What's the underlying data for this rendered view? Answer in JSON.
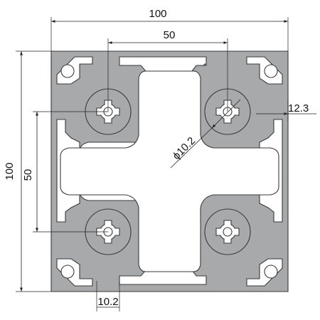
{
  "dimensions": {
    "overall_width": "100",
    "center_spacing_horizontal": "50",
    "overall_height": "100",
    "center_spacing_vertical": "50",
    "slot_offset": "12.3",
    "bore_diameter": "ϕ10.2",
    "slot_width": "10.2"
  },
  "colors": {
    "profile_fill": "#a7a9ab",
    "profile_stroke": "#3a3a3a",
    "line": "#222222"
  }
}
